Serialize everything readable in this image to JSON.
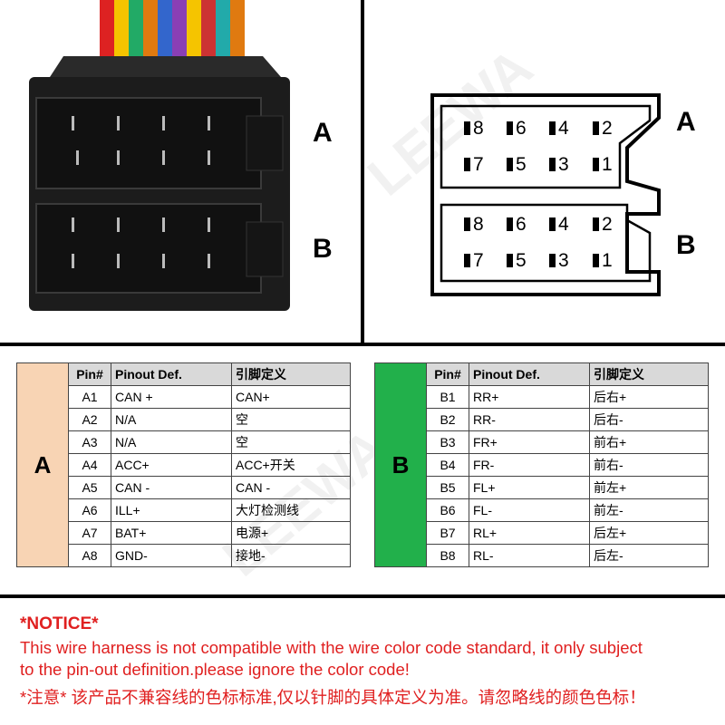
{
  "connector": {
    "label_a": "A",
    "label_b": "B"
  },
  "diagram": {
    "label_a": "A",
    "label_b": "B",
    "a_top": [
      "8",
      "6",
      "4",
      "2"
    ],
    "a_bottom": [
      "7",
      "5",
      "3",
      "1"
    ],
    "b_top": [
      "8",
      "6",
      "4",
      "2"
    ],
    "b_bottom": [
      "7",
      "5",
      "3",
      "1"
    ]
  },
  "table_a": {
    "side_label": "A",
    "side_color": "#f8d4b4",
    "headers": [
      "Pin#",
      "Pinout Def.",
      "引脚定义"
    ],
    "rows": [
      [
        "A1",
        "CAN +",
        "CAN+"
      ],
      [
        "A2",
        "N/A",
        "空"
      ],
      [
        "A3",
        "N/A",
        "空"
      ],
      [
        "A4",
        "ACC+",
        "ACC+开关"
      ],
      [
        "A5",
        "CAN -",
        "CAN -"
      ],
      [
        "A6",
        "ILL+",
        "大灯检测线"
      ],
      [
        "A7",
        "BAT+",
        "电源+"
      ],
      [
        "A8",
        "GND-",
        "接地-"
      ]
    ]
  },
  "table_b": {
    "side_label": "B",
    "side_color": "#22b04b",
    "headers": [
      "Pin#",
      "Pinout Def.",
      "引脚定义"
    ],
    "rows": [
      [
        "B1",
        "RR+",
        "后右+"
      ],
      [
        "B2",
        "RR-",
        "后右-"
      ],
      [
        "B3",
        "FR+",
        "前右+"
      ],
      [
        "B4",
        "FR-",
        "前右-"
      ],
      [
        "B5",
        "FL+",
        "前左+"
      ],
      [
        "B6",
        "FL-",
        "前左-"
      ],
      [
        "B7",
        "RL+",
        "后左+"
      ],
      [
        "B8",
        "RL-",
        "后左-"
      ]
    ]
  },
  "notice": {
    "title": "*NOTICE*",
    "line1": "This wire harness is not compatible with the wire color code standard, it only subject",
    "line2": "to the pin-out definition.please ignore the color code!",
    "line3": "*注意* 该产品不兼容线的色标标准,仅以针脚的具体定义为准。请忽略线的颜色色标！"
  },
  "colors": {
    "notice_red": "#e02020",
    "header_gray": "#d9d9d9"
  }
}
